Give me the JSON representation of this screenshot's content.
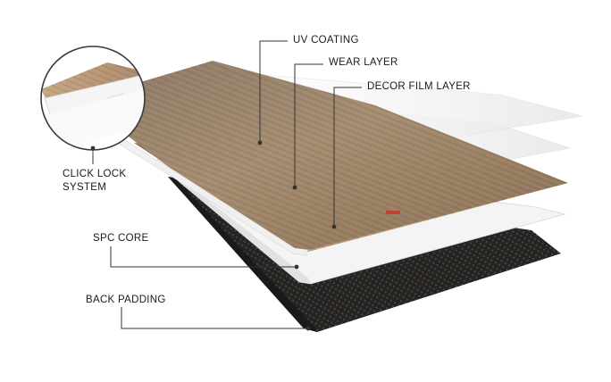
{
  "labels": {
    "uv_coating": "UV COATING",
    "wear_layer": "WEAR LAYER",
    "decor_film_layer": "DECOR FILM LAYER",
    "click_lock_line1": "CLICK LOCK",
    "click_lock_line2": "SYSTEM",
    "spc_core": "SPC CORE",
    "back_padding": "BACK PADDING"
  },
  "colors": {
    "wood_light": "#b39a7c",
    "wood_dark": "#7e6852",
    "core_white": "#f2f2f2",
    "back_padding": "#2a2826",
    "callout": "#333333"
  }
}
